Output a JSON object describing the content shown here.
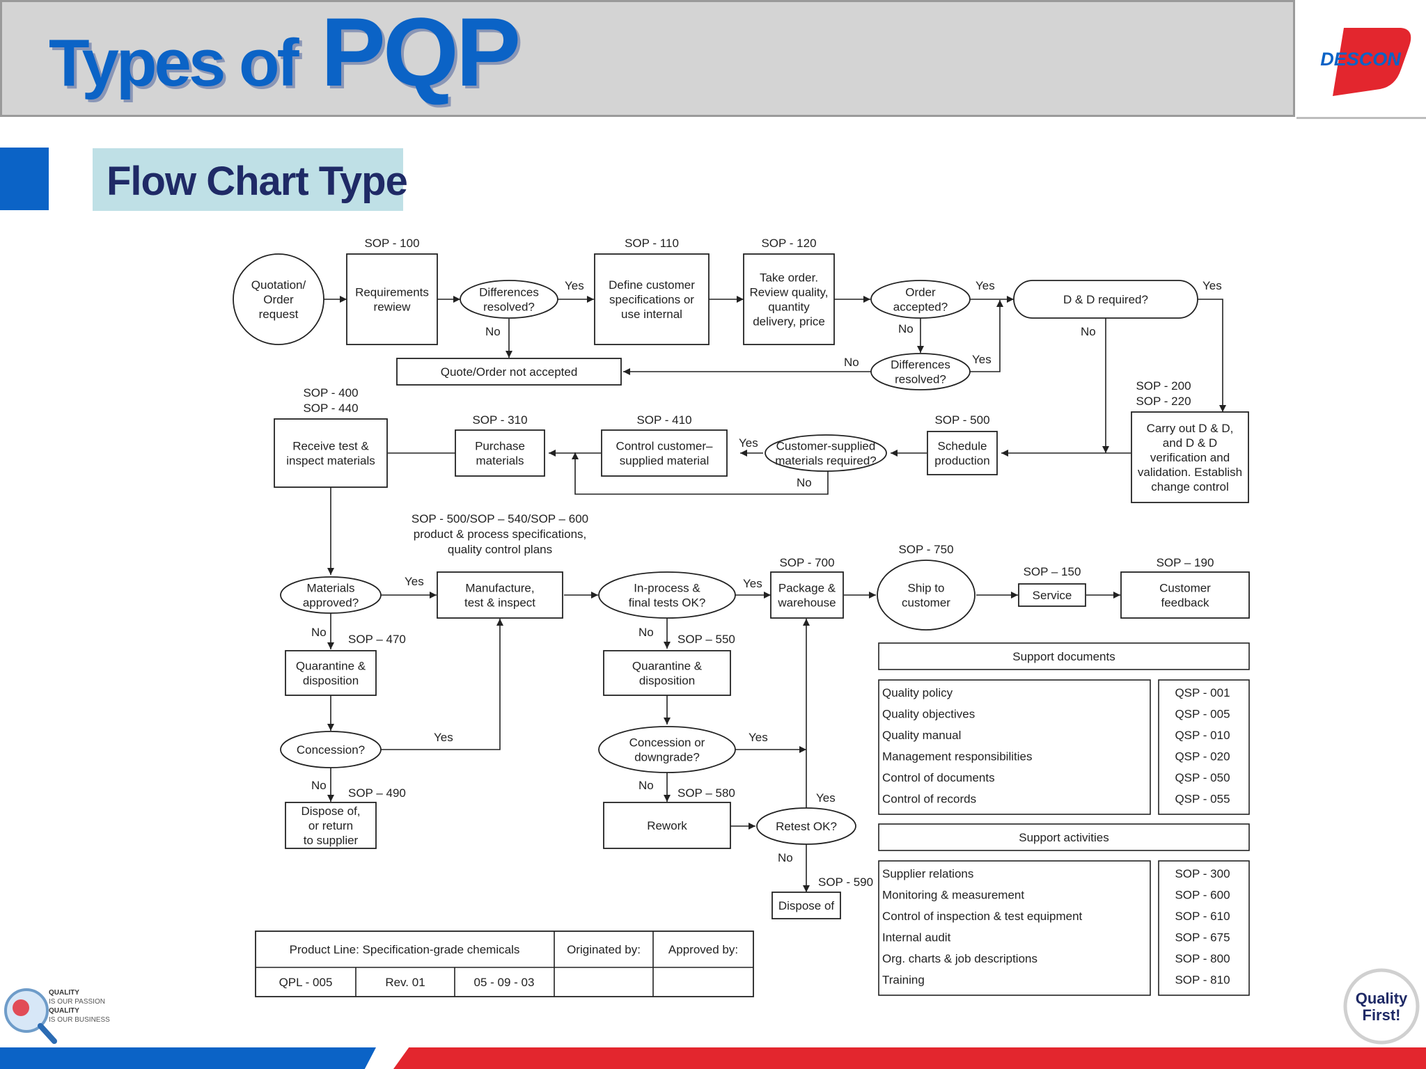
{
  "header": {
    "title_word1": "Types of",
    "title_word2": "PQP",
    "brand": "DESCON"
  },
  "subtitle": "Flow Chart Type",
  "flow": {
    "sop": {
      "s100": "SOP - 100",
      "s110": "SOP - 110",
      "s120": "SOP - 120",
      "s200": "SOP - 200",
      "s220": "SOP - 220",
      "s400": "SOP - 400",
      "s440": "SOP - 440",
      "s310": "SOP - 310",
      "s410": "SOP - 410",
      "s500": "SOP - 500",
      "s500set": "SOP - 500/SOP – 540/SOP – 600",
      "s700": "SOP - 700",
      "s750": "SOP - 750",
      "s150": "SOP – 150",
      "s190": "SOP – 190",
      "s470": "SOP – 470",
      "s550": "SOP – 550",
      "s490": "SOP – 490",
      "s580": "SOP – 580",
      "s590": "SOP - 590"
    },
    "notes": {
      "spec1": "product & process specifications,",
      "spec2": "quality control plans"
    },
    "nodes": {
      "quotation": [
        "Quotation/",
        "Order",
        "request"
      ],
      "requirements": [
        "Requirements",
        "rewiew"
      ],
      "diff1": [
        "Differences",
        "resolved?"
      ],
      "define": [
        "Define customer",
        "specifications or",
        "use internal"
      ],
      "take": [
        "Take order.",
        "Review quality,",
        "quantity",
        "delivery, price"
      ],
      "accepted": [
        "Order",
        "accepted?"
      ],
      "dd": [
        "D & D required?"
      ],
      "notaccepted": [
        "Quote/Order not accepted"
      ],
      "diff2": [
        "Differences",
        "resolved?"
      ],
      "carry": [
        "Carry out D & D,",
        "and D & D",
        "verification and",
        "validation. Establish",
        "change control"
      ],
      "receive": [
        "Receive test &",
        "inspect materials"
      ],
      "purchase": [
        "Purchase",
        "materials"
      ],
      "control": [
        "Control customer–",
        "supplied material"
      ],
      "custsupplied": [
        "Customer-supplied",
        "materials required?"
      ],
      "schedule": [
        "Schedule",
        "production"
      ],
      "matapproved": [
        "Materials",
        "approved?"
      ],
      "manufacture": [
        "Manufacture,",
        "test & inspect"
      ],
      "inprocess": [
        "In-process &",
        "final tests OK?"
      ],
      "package": [
        "Package &",
        "warehouse"
      ],
      "ship": [
        "Ship to",
        "customer"
      ],
      "service": [
        "Service"
      ],
      "feedback": [
        "Customer",
        "feedback"
      ],
      "quar1": [
        "Quarantine &",
        "disposition"
      ],
      "quar2": [
        "Quarantine &",
        "disposition"
      ],
      "concession1": [
        "Concession?"
      ],
      "concession2": [
        "Concession or",
        "downgrade?"
      ],
      "dispose1": [
        "Dispose of,",
        "or return",
        "to supplier"
      ],
      "rework": [
        "Rework"
      ],
      "retest": [
        "Retest OK?"
      ],
      "dispose2": [
        "Dispose of"
      ]
    },
    "yes": "Yes",
    "no": "No"
  },
  "support_documents": {
    "title": "Support documents",
    "items": [
      "Quality policy",
      "Quality objectives",
      "Quality manual",
      "Management responsibilities",
      "Control of documents",
      "Control of records"
    ],
    "codes": [
      "QSP - 001",
      "QSP - 005",
      "QSP - 010",
      "QSP - 020",
      "QSP - 050",
      "QSP - 055"
    ]
  },
  "support_activities": {
    "title": "Support activities",
    "items": [
      "Supplier relations",
      "Monitoring & measurement",
      "Control of inspection & test equipment",
      "Internal audit",
      "Org. charts & job descriptions",
      "Training"
    ],
    "codes": [
      "SOP - 300",
      "SOP - 600",
      "SOP - 610",
      "SOP - 675",
      "SOP - 800",
      "SOP - 810"
    ]
  },
  "signoff": {
    "product_line": "Product Line: Specification-grade chemicals",
    "originated_by": "Originated by:",
    "approved_by": "Approved by:",
    "plan_id": "QPL - 005",
    "revision": "Rev. 01",
    "date": "05 - 09 - 03"
  },
  "footer": {
    "qa_line1": "QUALITY",
    "qa_line2": "IS OUR PASSION",
    "qa_line3": "QUALITY",
    "qa_line4": "IS OUR BUSINESS",
    "quality_first1": "Quality",
    "quality_first2": "First!"
  },
  "colors": {
    "brand_blue": "#0b63c6",
    "brand_red": "#e3262e",
    "header_gray": "#d4d4d4",
    "subtitle_bg": "#bfe0e6",
    "subtitle_text": "#1f2a66"
  }
}
